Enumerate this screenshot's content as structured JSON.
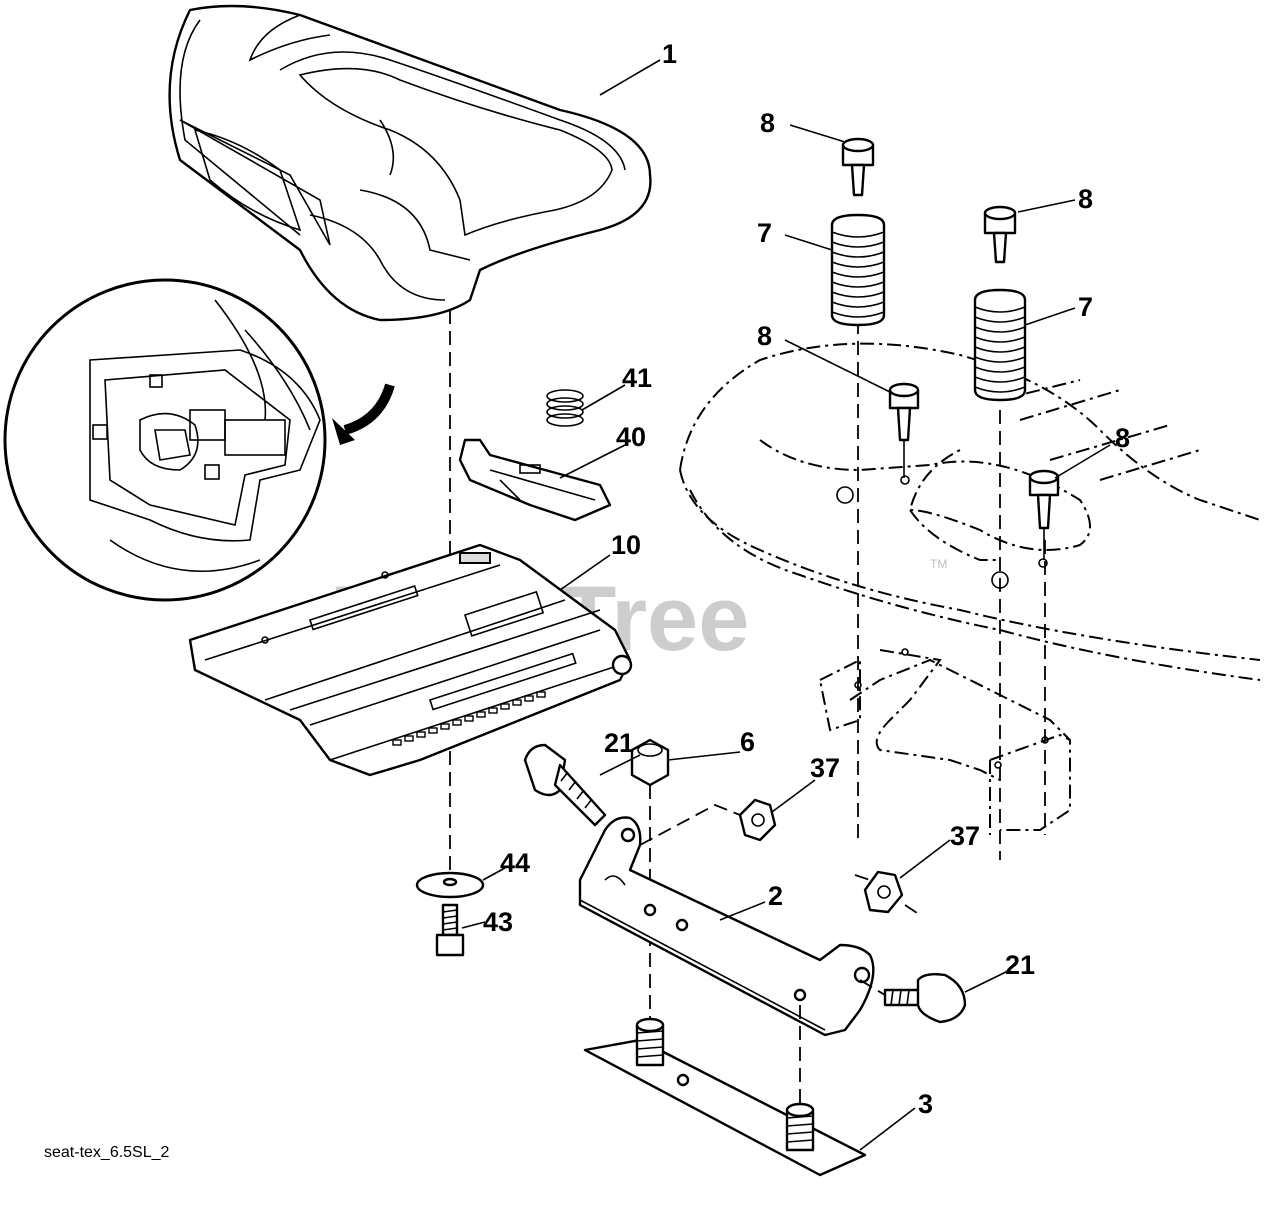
{
  "diagram": {
    "caption": "seat-tex_6.5SL_2",
    "watermark": "PartsTree",
    "watermark_mark": "TM",
    "callouts": {
      "c1": "1",
      "c8a": "8",
      "c8b": "8",
      "c8c": "8",
      "c8d": "8",
      "c7a": "7",
      "c7b": "7",
      "c41": "41",
      "c40": "40",
      "c10": "10",
      "c21a": "21",
      "c6": "6",
      "c37a": "37",
      "c37b": "37",
      "c44": "44",
      "c43": "43",
      "c2": "2",
      "c21b": "21",
      "c3": "3"
    }
  }
}
